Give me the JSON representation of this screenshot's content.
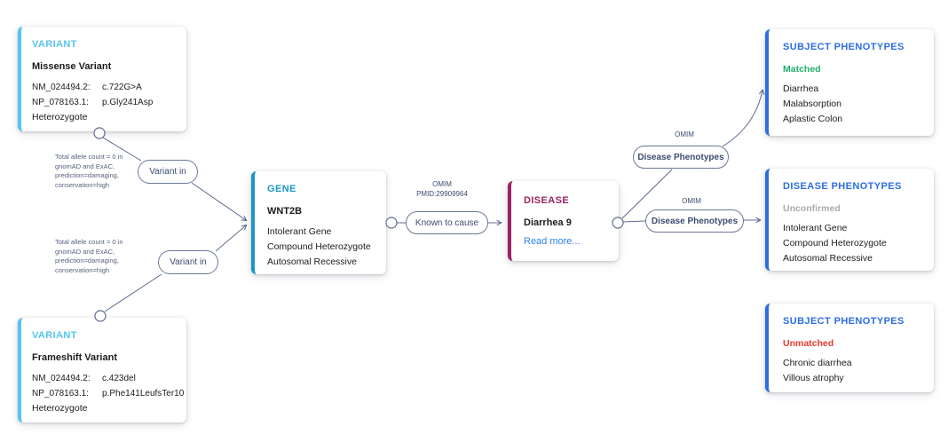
{
  "colors": {
    "variant_accent": "#55C4EE",
    "gene_accent": "#1B95C5",
    "disease_accent": "#9B2264",
    "phenotype_accent": "#2D6DE4",
    "matched_green": "#1FAF6C",
    "unconfirmed_gray": "#ABABAB",
    "unmatched_red": "#E8392F",
    "link_blue": "#2D7FF0",
    "edge_color": "#5C6B8C"
  },
  "nodes": {
    "variant_top": {
      "type_label": "VARIANT",
      "name": "Missense Variant",
      "rows": [
        {
          "label": "NM_024494.2:",
          "value": "c.722G>A"
        },
        {
          "label": "NP_078163.1:",
          "value": "p.Gly241Asp"
        }
      ],
      "zygosity": "Heterozygote"
    },
    "variant_bottom": {
      "type_label": "VARIANT",
      "name": "Frameshift Variant",
      "rows": [
        {
          "label": "NM_024494.2:",
          "value": "c.423del"
        },
        {
          "label": "NP_078163.1:",
          "value": "p.Phe141LeufsTer10"
        }
      ],
      "zygosity": "Heterozygote"
    },
    "gene": {
      "type_label": "GENE",
      "name": "WNT2B",
      "items": [
        "Intolerant Gene",
        "Compound Heterozygote",
        "Autosomal Recessive"
      ]
    },
    "disease": {
      "type_label": "DISEASE",
      "name": "Diarrhea 9",
      "link_label": "Read more..."
    },
    "subject_phenotypes_matched": {
      "type_label": "SUBJECT PHENOTYPES",
      "status": "Matched",
      "items": [
        "Diarrhea",
        "Malabsorption",
        "Aplastic Colon"
      ]
    },
    "disease_phenotypes": {
      "type_label": "DISEASE PHENOTYPES",
      "status": "Unconfirmed",
      "items": [
        "Intolerant Gene",
        "Compound Heterozygote",
        "Autosomal Recessive"
      ]
    },
    "subject_phenotypes_unmatched": {
      "type_label": "SUBJECT PHENOTYPES",
      "status": "Unmatched",
      "items": [
        "Chronic diarrhea",
        "Villous atrophy"
      ]
    }
  },
  "edges": {
    "variant_in_top": {
      "label": "Variant in",
      "annotation_lines": [
        "Total allele count = 0 in",
        "gnomAD and ExAC,",
        "prediction=damaging,",
        "conservation=high"
      ]
    },
    "variant_in_bottom": {
      "label": "Variant in",
      "annotation_lines": [
        "Total allele count = 0 in",
        "gnomAD and ExAC,",
        "prediction=damaging,",
        "conservation=high"
      ]
    },
    "known_to_cause": {
      "label": "Known to cause",
      "source": "OMIM",
      "reference": "PMID:29909964"
    },
    "disease_phenotypes_top": {
      "label": "Disease Phenotypes",
      "source": "OMIM"
    },
    "disease_phenotypes_bottom": {
      "label": "Disease Phenotypes",
      "source": "OMIM"
    }
  }
}
